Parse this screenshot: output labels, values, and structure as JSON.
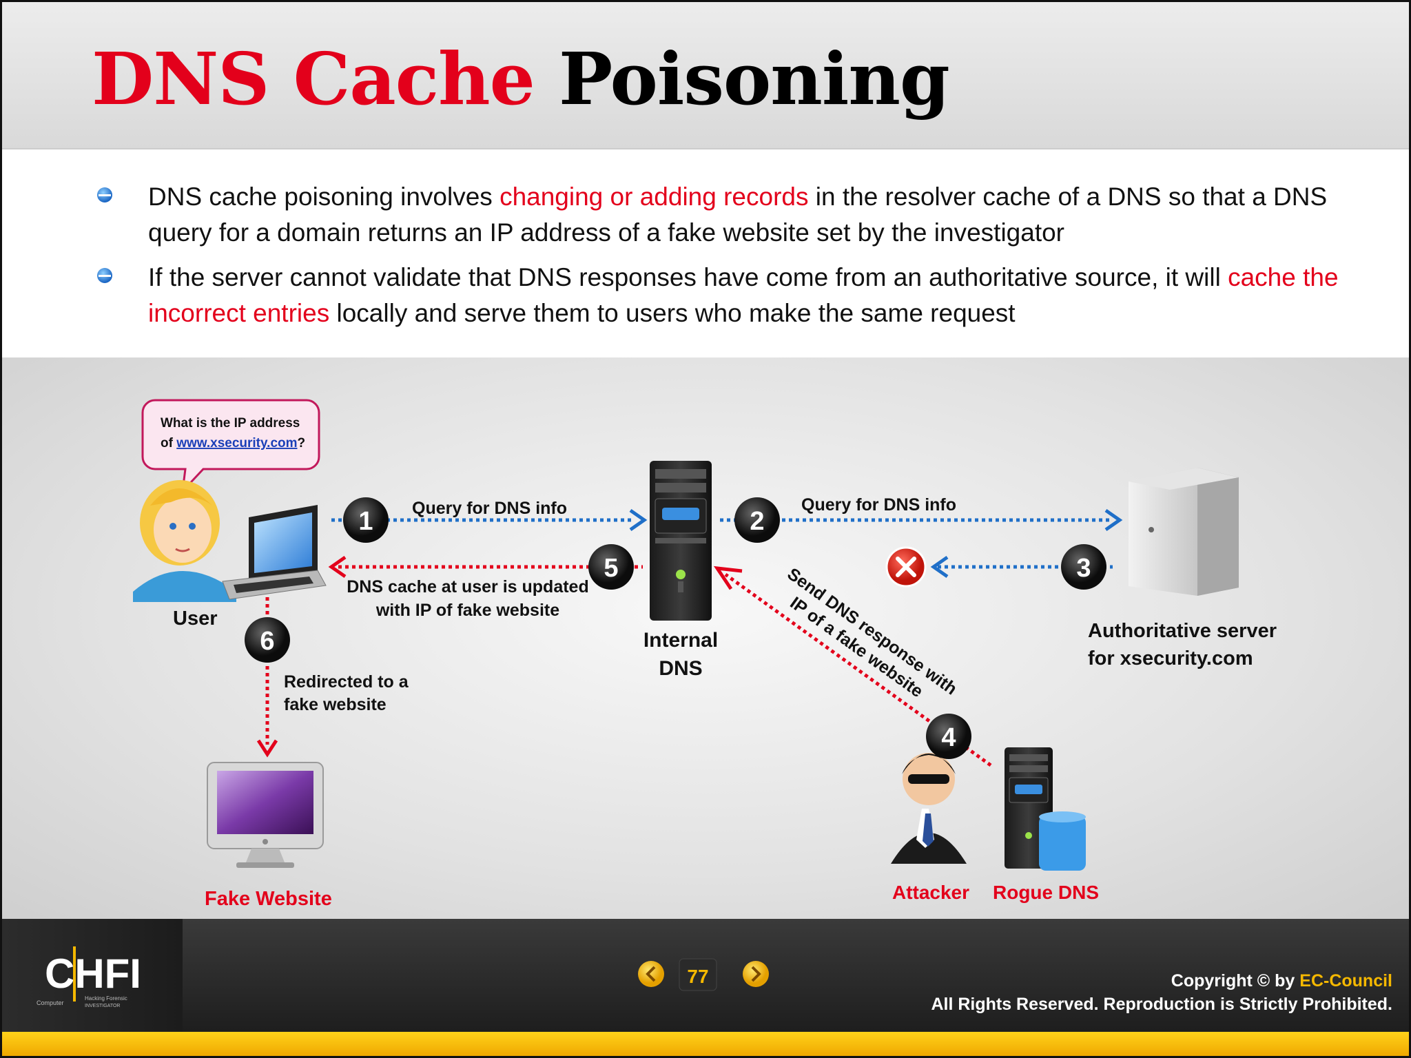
{
  "slide": {
    "title_red": "DNS Cache",
    "title_black": "Poisoning"
  },
  "bullets": [
    {
      "pre": "DNS cache poisoning involves ",
      "highlight": "changing or adding records",
      "post": " in the resolver cache of a DNS so that a DNS query for a domain returns an IP address of a fake website set by the investigator"
    },
    {
      "pre": "If the server cannot validate that DNS responses have come from an authoritative source, it will ",
      "highlight": "cache the incorrect entries",
      "post": " locally and serve them to users who make the same request"
    }
  ],
  "diagram": {
    "speech_line1": "What is the IP address",
    "speech_prefix": "of ",
    "speech_link": "www.xsecurity.com",
    "speech_suffix": "?",
    "user_label": "User",
    "internal_dns_line1": "Internal",
    "internal_dns_line2": "DNS",
    "auth_line1": "Authoritative server",
    "auth_line2": "for xsecurity.com",
    "fake_website_label": "Fake Website",
    "attacker_label": "Attacker",
    "rogue_dns_label": "Rogue DNS",
    "step1": "1",
    "step2": "2",
    "step3": "3",
    "step4": "4",
    "step5": "5",
    "step6": "6",
    "step1_label": "Query for DNS info",
    "step2_label": "Query for DNS info",
    "step5_line1": "DNS cache at user is updated",
    "step5_line2": "with IP of fake website",
    "step6_line1": "Redirected to a",
    "step6_line2": "fake website",
    "step4_line1": "Send DNS response with",
    "step4_line2": "IP of a fake website",
    "colors": {
      "red": "#e3001b",
      "blue": "#1f6fc8",
      "gold": "#f5b800"
    }
  },
  "footer": {
    "logo_text": "CHFI",
    "logo_sub_left": "Computer",
    "logo_sub_right1": "Hacking Forensic",
    "logo_sub_right2": "INVESTIGATOR",
    "page_number": "77",
    "copyright_prefix": "Copyright © by ",
    "brand": "EC-Council",
    "rights": "All Rights Reserved. Reproduction is Strictly Prohibited."
  }
}
